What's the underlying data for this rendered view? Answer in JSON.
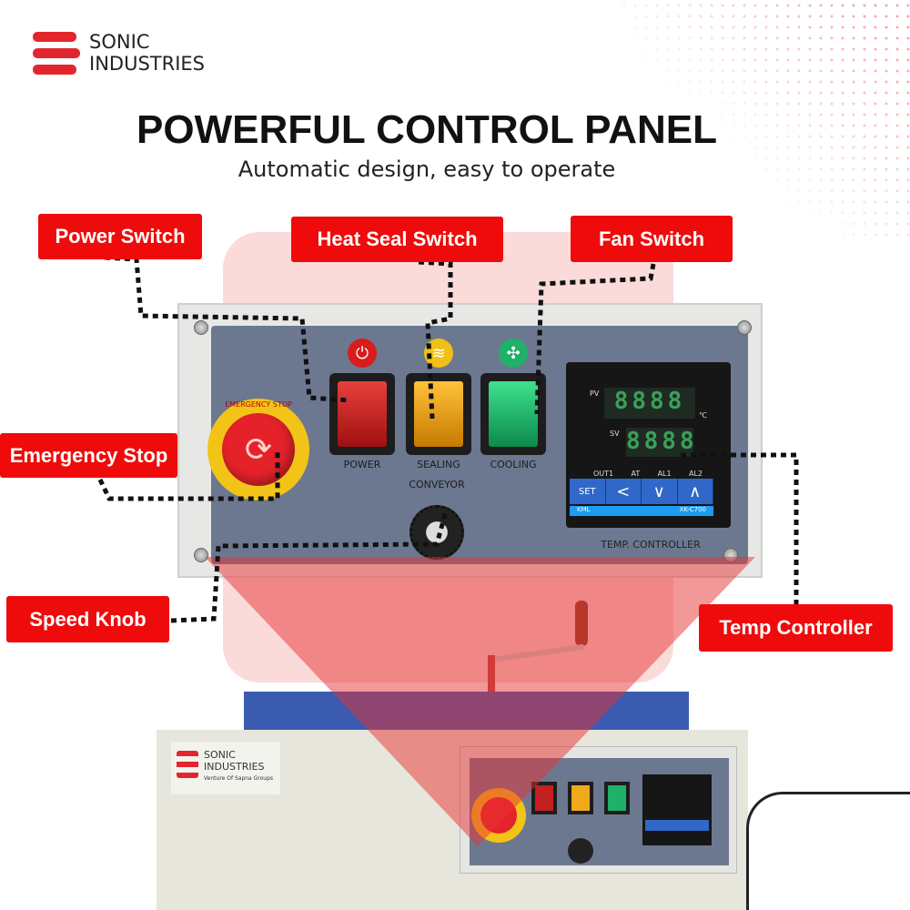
{
  "brand": {
    "line1": "SONIC",
    "line2": "INDUSTRIES",
    "tagline": "Venture Of Sapna Groups",
    "color": "#e3262e"
  },
  "header": {
    "title": "POWERFUL CONTROL PANEL",
    "subtitle": "Automatic design, easy to operate"
  },
  "callouts": {
    "power": "Power Switch",
    "heat_seal": "Heat Seal Switch",
    "fan": "Fan Switch",
    "emergency": "Emergency Stop",
    "speed": "Speed Knob",
    "temp": "Temp Controller"
  },
  "panel": {
    "switch_labels": [
      "POWER",
      "SEALING",
      "COOLING"
    ],
    "conveyor_label": "CONVEYOR",
    "estop_text": "EMERGENCY STOP",
    "temp_controller": {
      "pv_label": "PV",
      "sv_label": "SV",
      "pv_value": "8888",
      "sv_value": "8888",
      "unit": "℃",
      "leds": [
        "OUT1",
        "AT",
        "AL1",
        "AL2"
      ],
      "buttons": [
        "SET",
        "<",
        "∨",
        "∧"
      ],
      "brand": "KML",
      "model": "XK-C700",
      "caption": "TEMP. CONTROLLER"
    }
  },
  "colors": {
    "callout": "#ef0b0b",
    "power": "#d91c1c",
    "sealing": "#f0a91a",
    "cooling": "#1fb06a"
  }
}
